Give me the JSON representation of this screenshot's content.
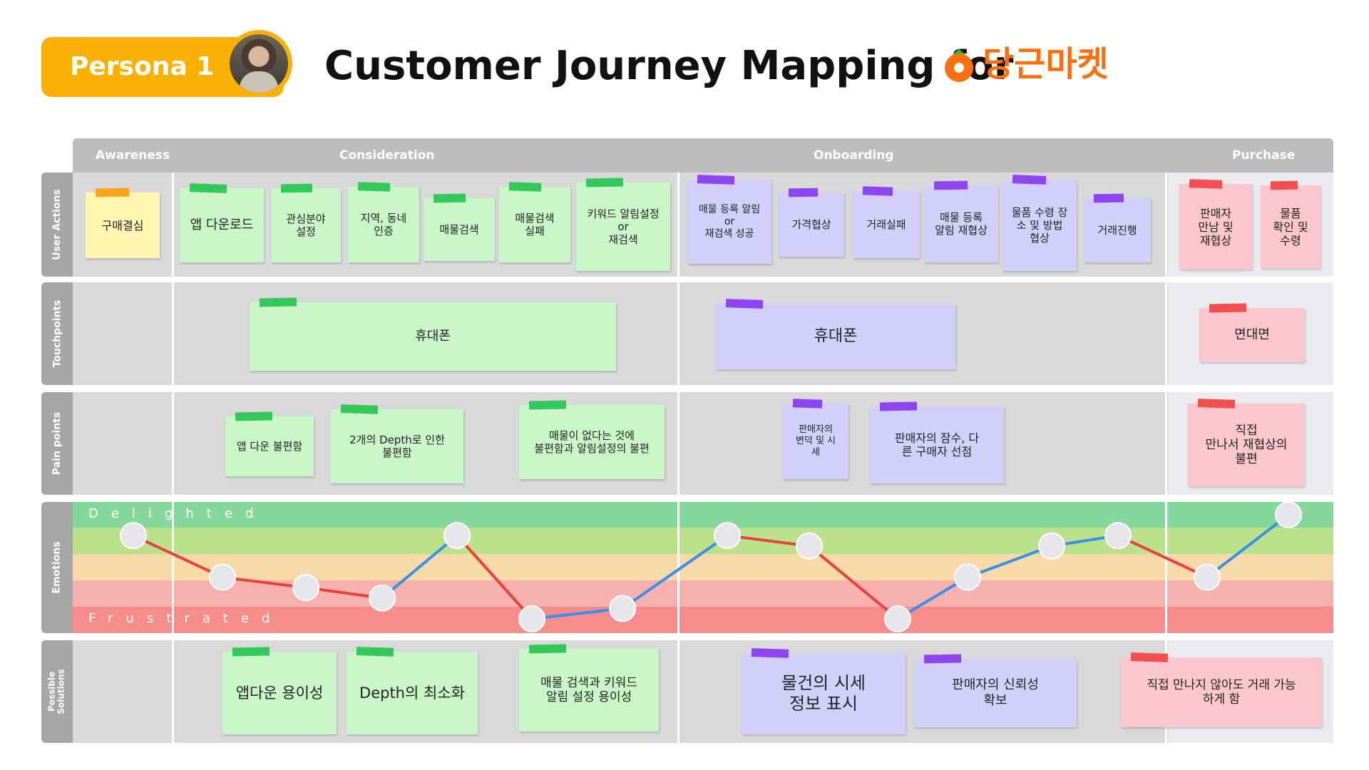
{
  "header": {
    "persona_label": "Persona 1",
    "title": "Customer Journey Mapping for",
    "brand_name": "당근마켓",
    "brand_color": "#FF6F0F",
    "persona_color": "#FBB006"
  },
  "stages": [
    "Awareness",
    "Consideration",
    "Onboarding",
    "Purchase"
  ],
  "rows": {
    "user_actions": "User Actions",
    "touchpoints": "Touchpoints",
    "pain_points": "Pain points",
    "emotions": "Emotions",
    "possible_solutions": "Possible\nSolutions"
  },
  "user_actions": [
    {
      "text": "구매결심",
      "color": "yellow"
    },
    {
      "text": "앱 다운로드",
      "color": "green"
    },
    {
      "text": "관심분야\n설정",
      "color": "green"
    },
    {
      "text": "지역, 동네\n인증",
      "color": "green"
    },
    {
      "text": "매물검색",
      "color": "green"
    },
    {
      "text": "매물검색\n실패",
      "color": "green"
    },
    {
      "text": "키워드 알림설정\nor\n재검색",
      "color": "green"
    },
    {
      "text": "매물 등록 알림\nor\n재검색 성공",
      "color": "purple"
    },
    {
      "text": "가격협상",
      "color": "purple"
    },
    {
      "text": "거래실패",
      "color": "purple"
    },
    {
      "text": "매물 등록\n알림 재협상",
      "color": "purple"
    },
    {
      "text": "물품 수령 장\n소 및 방법\n협상",
      "color": "purple"
    },
    {
      "text": "거래진행",
      "color": "purple"
    },
    {
      "text": "판매자\n만남 및\n재협상",
      "color": "pink"
    },
    {
      "text": "물품\n확인 및\n수령",
      "color": "pink"
    }
  ],
  "touchpoints": [
    {
      "text": "휴대폰",
      "color": "green"
    },
    {
      "text": "휴대폰",
      "color": "purple"
    },
    {
      "text": "면대면",
      "color": "pink"
    }
  ],
  "pain_points": [
    {
      "text": "앱 다운 불편함",
      "color": "green"
    },
    {
      "text": "2개의 Depth로 인한\n불편함",
      "color": "green"
    },
    {
      "text": "매물이 없다는 것에\n불편함과 알림설정의 불편",
      "color": "green"
    },
    {
      "text": "판매자의\n변덕 및 시\n세",
      "color": "purple"
    },
    {
      "text": "판매자의 잠수, 다\n른 구매자 선점",
      "color": "purple"
    },
    {
      "text": "직접\n만나서 재협상의\n불편",
      "color": "pink"
    }
  ],
  "emotions": {
    "top_label": "Delighted",
    "bottom_label": "Frustrated",
    "band_colors": [
      "#84d89b",
      "#b9e28a",
      "#f8d9a8",
      "#f6b1ae",
      "#f68d8b"
    ],
    "levels": [
      4,
      2,
      1.5,
      1,
      4,
      0,
      0.5,
      4,
      3.5,
      0,
      2,
      3.5,
      4,
      2,
      5
    ],
    "up_color": "#3b8fe6",
    "down_color": "#e8423f"
  },
  "possible_solutions": [
    {
      "text": "앱다운 용이성",
      "color": "green"
    },
    {
      "text": "Depth의 최소화",
      "color": "green"
    },
    {
      "text": "매물 검색과 키워드\n알림 설정 용이성",
      "color": "green"
    },
    {
      "text": "물건의 시세\n정보 표시",
      "color": "purple"
    },
    {
      "text": "판매자의 신뢰성\n확보",
      "color": "purple"
    },
    {
      "text": "직접 만나지 않아도 거래 가능\n하게 함",
      "color": "pink"
    }
  ]
}
